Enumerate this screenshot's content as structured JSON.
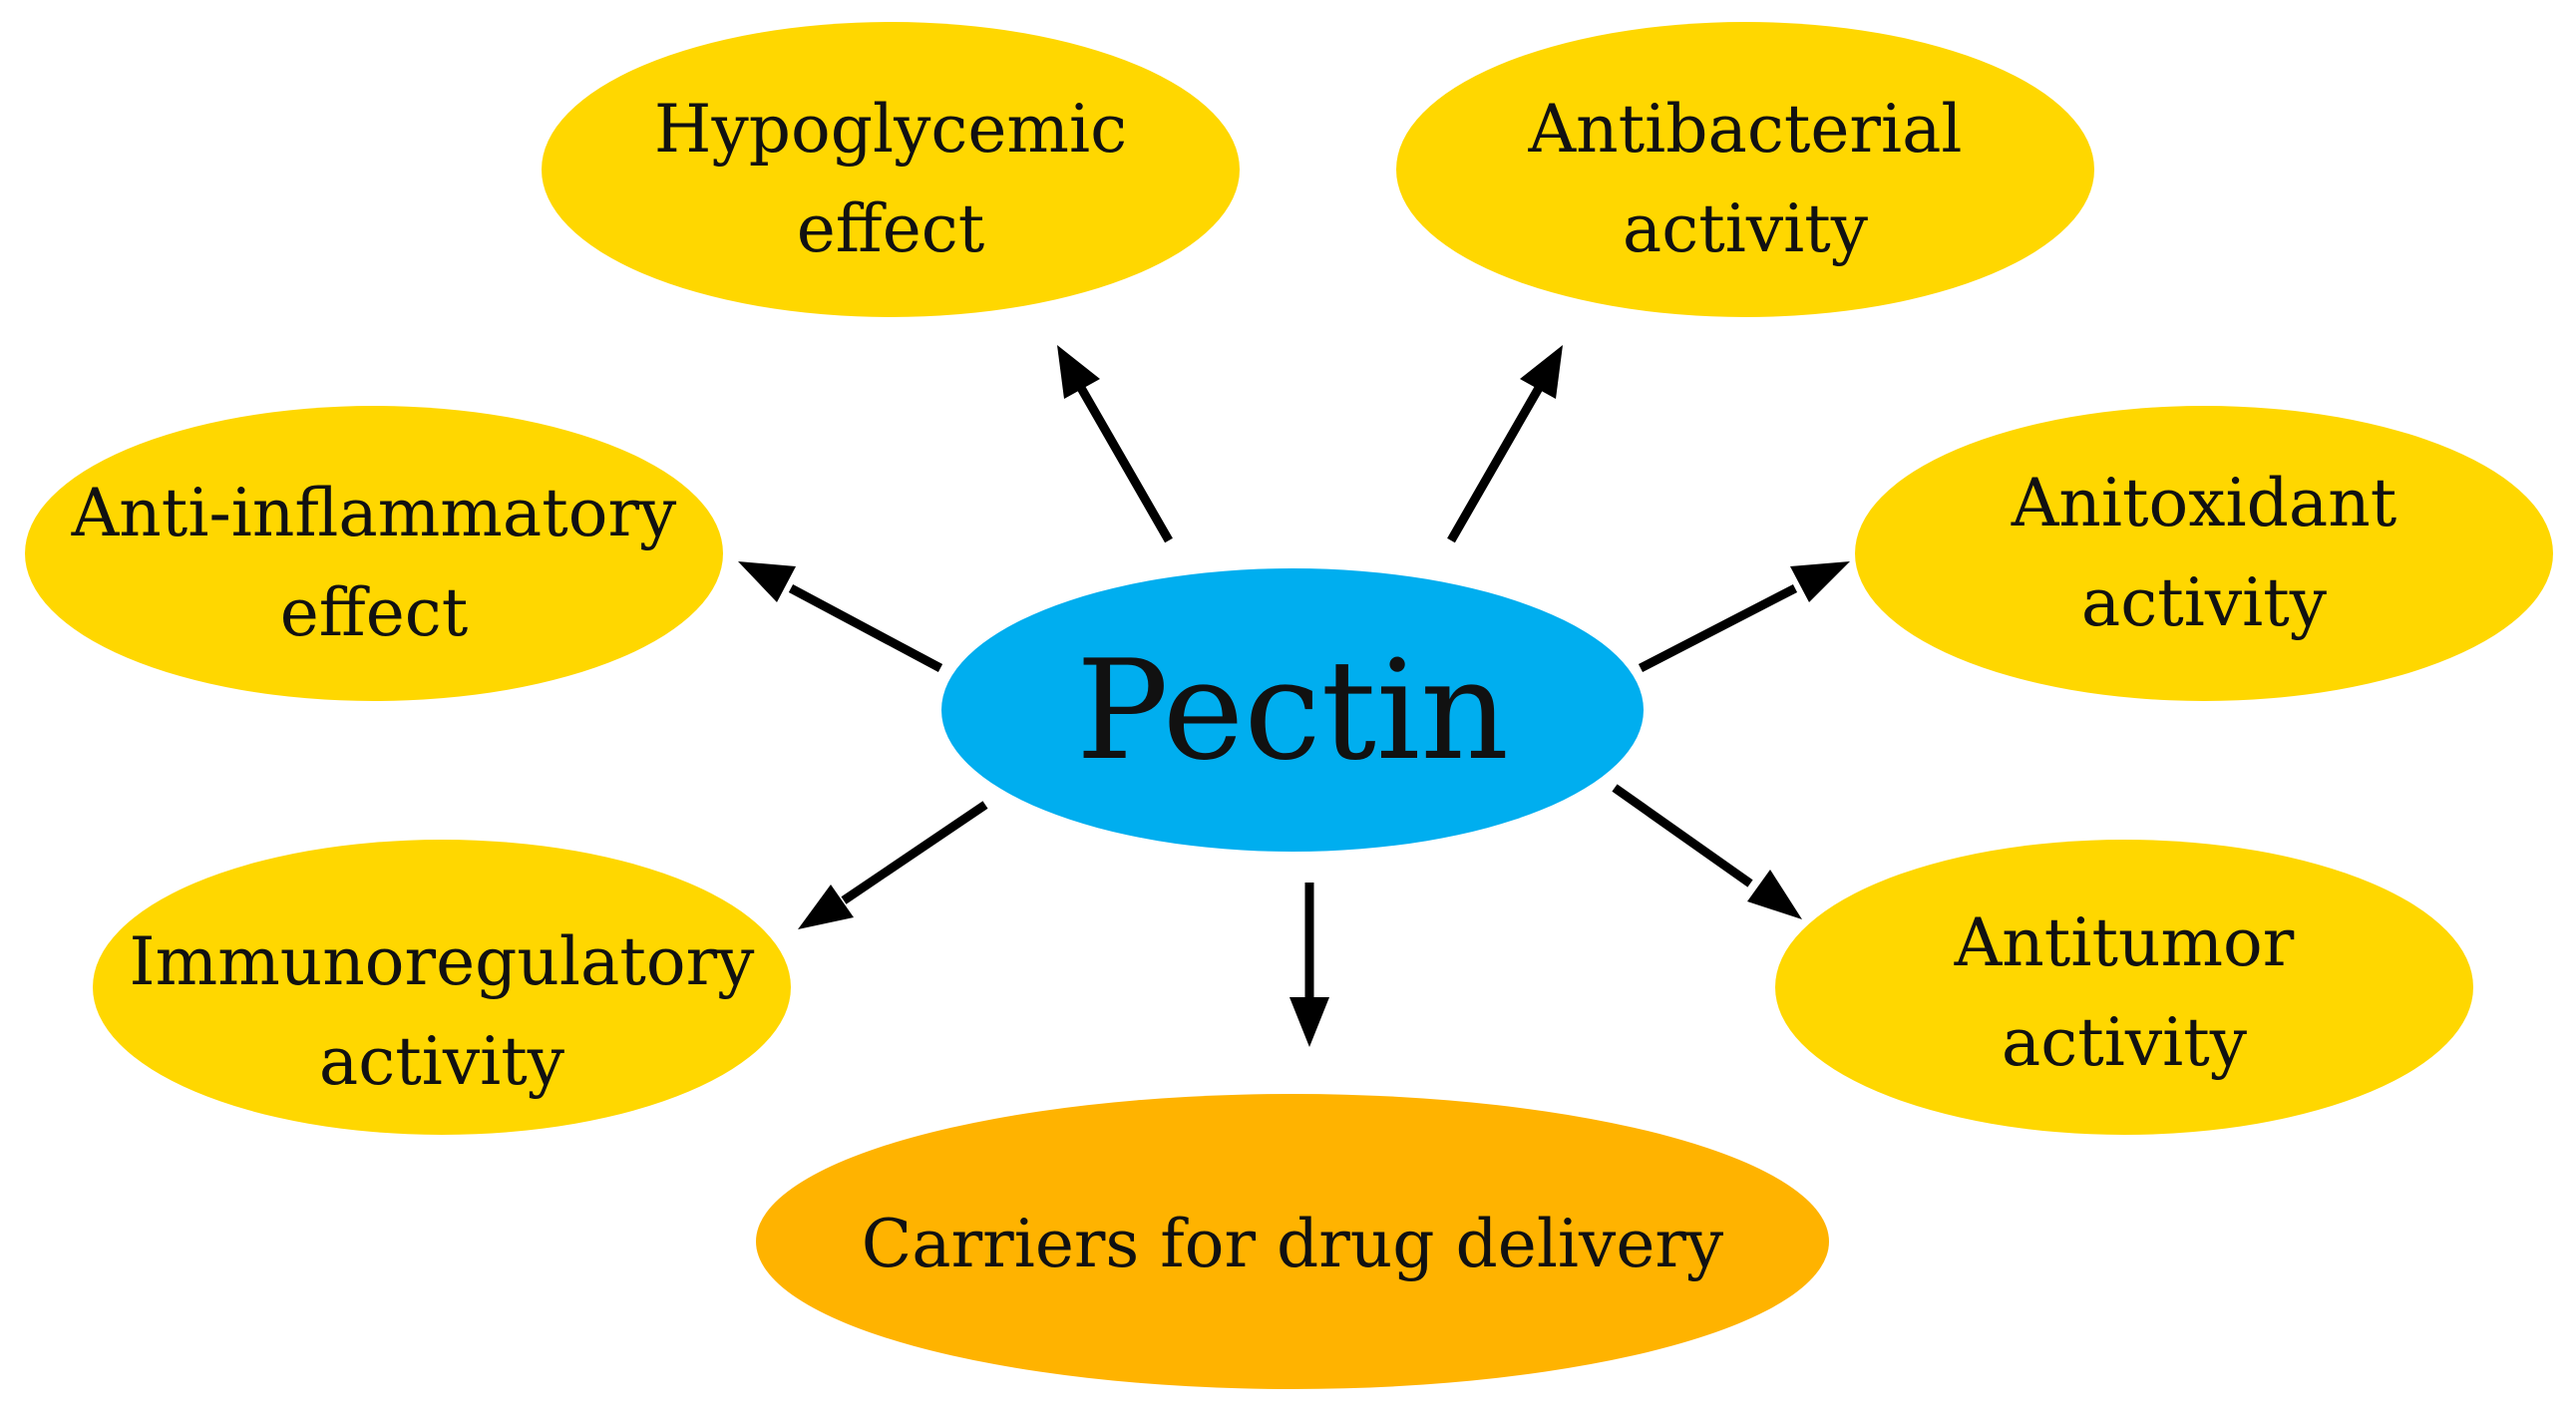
{
  "colors": {
    "center_fill": "#00AEEF",
    "node_fill": "#FFD700",
    "highlight_fill": "#FFB300",
    "arrow": "#000000",
    "text": "#111111"
  },
  "center": {
    "label": "Pectin"
  },
  "nodes": {
    "hypoglycemic": {
      "line1": "Hypoglycemic",
      "line2": "effect"
    },
    "antibacterial": {
      "line1": "Antibacterial",
      "line2": "activity"
    },
    "anti_inflammatory": {
      "line1": "Anti-inflammatory",
      "line2": "effect"
    },
    "antioxidant": {
      "line1": "Anitoxidant",
      "line2": "activity"
    },
    "immunoregulatory": {
      "line1": "Immunoregulatory",
      "line2": "activity"
    },
    "antitumor": {
      "line1": "Antitumor",
      "line2": "activity"
    },
    "drug_carriers": {
      "line1": "Carriers for drug delivery"
    }
  }
}
